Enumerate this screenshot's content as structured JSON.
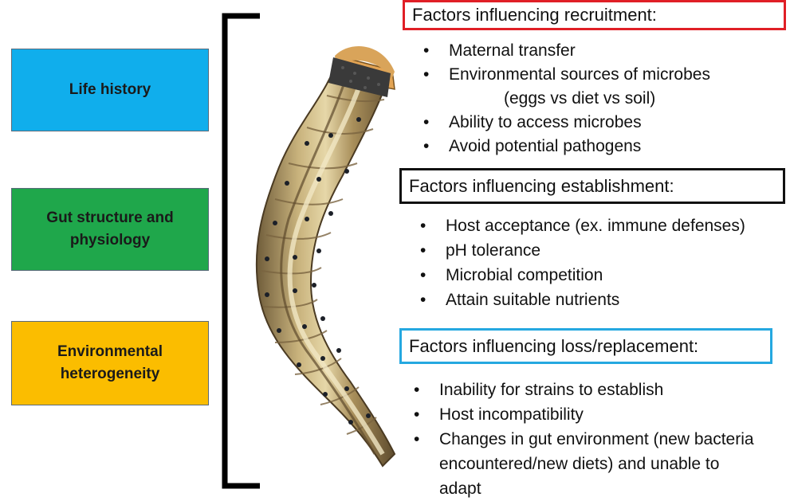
{
  "colors": {
    "life_history": "#10aeec",
    "gut_structure": "#1fa74b",
    "environmental": "#fbbd00",
    "recruitment_border": "#e01f26",
    "establishment_border": "#111111",
    "loss_border": "#25a8e0"
  },
  "left_factors": {
    "life_history": "Life history",
    "gut_structure_line1": "Gut structure and",
    "gut_structure_line2": "physiology",
    "environmental_line1": "Environmental",
    "environmental_line2": "heterogeneity"
  },
  "bullet": "•",
  "recruitment": {
    "title": "Factors influencing recruitment:",
    "items": {
      "0": "Maternal transfer",
      "1": "Environmental sources of microbes",
      "1b": "(eggs vs diet vs soil)",
      "2": "Ability to access microbes",
      "3": "Avoid potential pathogens"
    }
  },
  "establishment": {
    "title": "Factors influencing establishment:",
    "items": [
      "Host acceptance (ex. immune defenses)",
      "pH tolerance",
      "Microbial competition",
      "Attain suitable nutrients"
    ]
  },
  "loss": {
    "title": "Factors influencing loss/replacement:",
    "items": {
      "0": "Inability for strains to establish",
      "1": "Host incompatibility",
      "2a": "Changes in gut environment (new bacteria",
      "2b": "encountered/new diets) and unable to",
      "2c": "adapt"
    }
  }
}
